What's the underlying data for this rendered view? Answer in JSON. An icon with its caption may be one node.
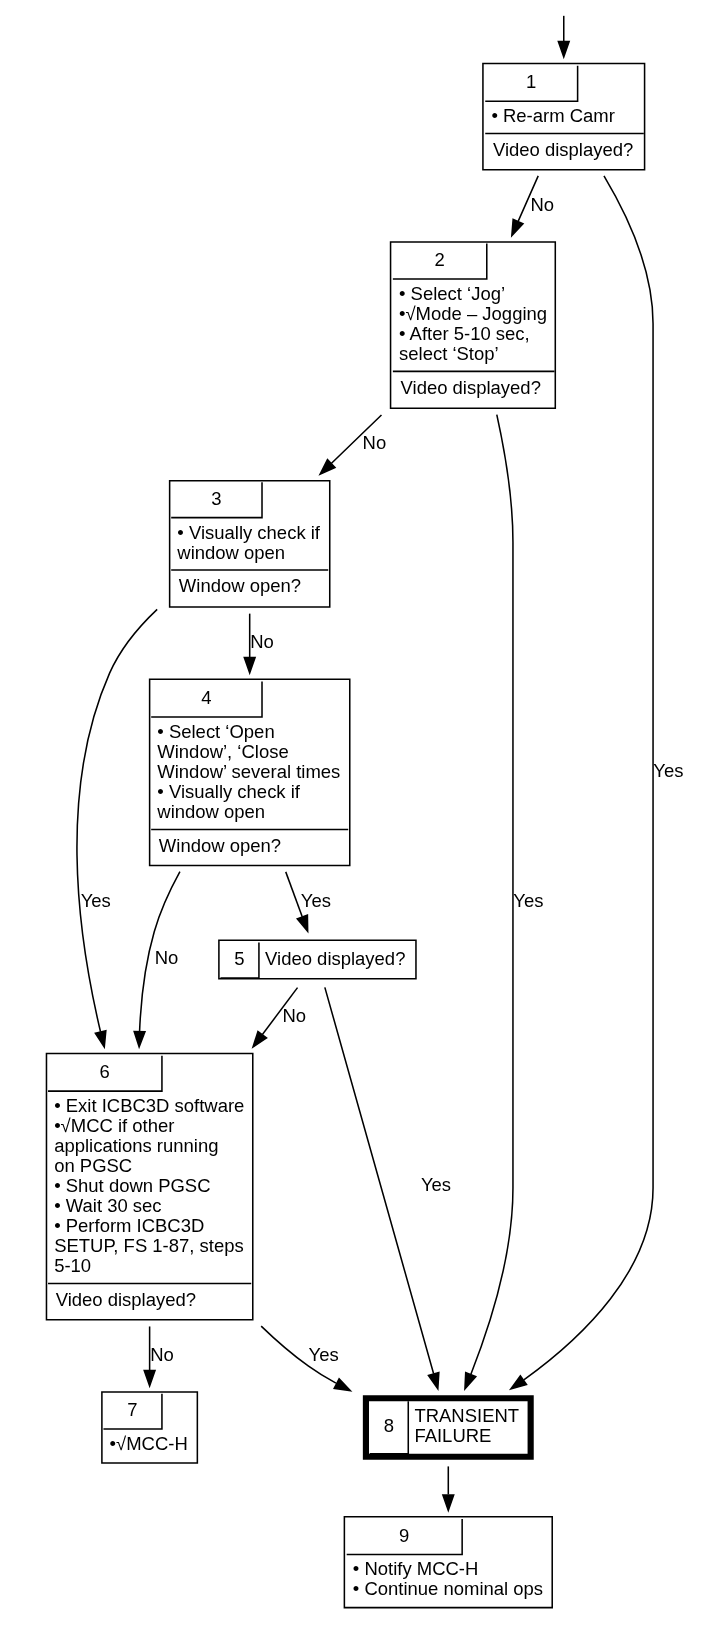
{
  "diagram": {
    "nodes": [
      {
        "text": [
          "1",
          "• Re-arm Camr",
          "Video displayed?"
        ]
      },
      {
        "text": [
          "2",
          "• Select ‘Jog’",
          "•√Mode – Jogging",
          "• After 5-10 sec, select ‘Stop’",
          "Video displayed?"
        ]
      },
      {
        "text": [
          "3",
          "• Visually check if window open",
          "Window open?"
        ]
      },
      {
        "text": [
          "4",
          "• Select ‘Open Window’, ‘Close Window’ several times",
          "• Visually check if window open",
          "Window open?"
        ]
      },
      {
        "text": [
          "5",
          "Video displayed?"
        ]
      },
      {
        "text": [
          "6",
          "• Exit ICBC3D software",
          "•√MCC if other applications running on PGSC",
          "• Shut down PGSC",
          "• Wait 30 sec",
          "• Perform ICBC3D SETUP, FS 1-87, steps 5-10",
          "Video displayed?"
        ]
      },
      {
        "text": [
          "7",
          "•√MCC-H"
        ]
      },
      {
        "text": [
          "8",
          "TRANSIENT FAILURE"
        ]
      },
      {
        "text": [
          "9",
          "• Notify MCC-H",
          "• Continue nominal ops"
        ]
      }
    ],
    "edges": [
      {
        "from": null,
        "to": 0,
        "arrow": "to"
      },
      {
        "from": 0,
        "to": 1,
        "arrow": "to",
        "label": "No"
      },
      {
        "from": 0,
        "to": 7,
        "arrow": "to",
        "label": "Yes"
      },
      {
        "from": 1,
        "to": 2,
        "arrow": "to",
        "label": "No"
      },
      {
        "from": 1,
        "to": 7,
        "arrow": "to",
        "label": "Yes"
      },
      {
        "from": 2,
        "to": 3,
        "arrow": "to",
        "label": "No"
      },
      {
        "from": 2,
        "to": 5,
        "arrow": "to",
        "label": "Yes"
      },
      {
        "from": 3,
        "to": 4,
        "arrow": "to",
        "label": "Yes"
      },
      {
        "from": 3,
        "to": 5,
        "arrow": "to",
        "label": "No"
      },
      {
        "from": 4,
        "to": 7,
        "arrow": "to",
        "label": "Yes"
      },
      {
        "from": 4,
        "to": 5,
        "arrow": "to",
        "label": "No"
      },
      {
        "from": 5,
        "to": 7,
        "arrow": "to",
        "label": "Yes"
      },
      {
        "from": 5,
        "to": 6,
        "arrow": "to",
        "label": "No"
      },
      {
        "from": 7,
        "to": 8,
        "arrow": "to"
      }
    ]
  }
}
